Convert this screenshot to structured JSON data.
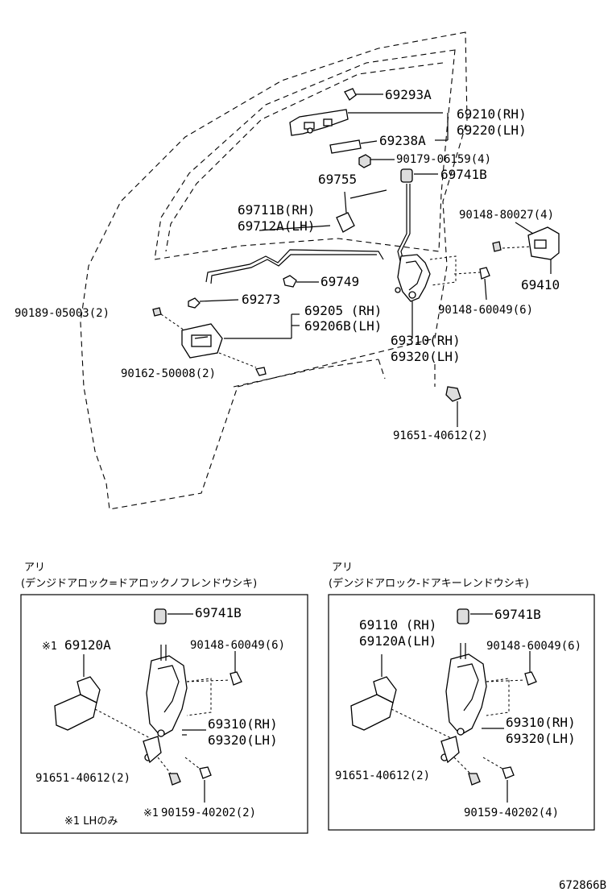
{
  "main": {
    "labels": {
      "p69293a": "69293A",
      "p69210": "69210(RH)",
      "p69220": "69220(LH)",
      "p69238a": "69238A",
      "p90179": "90179-06159(4)",
      "p69755": "69755",
      "p69741b": "69741B",
      "p69711b": "69711B(RH)",
      "p69712a": "69712A(LH)",
      "p90148_80027": "90148-80027(4)",
      "p69749": "69749",
      "p69410": "69410",
      "p90189": "90189-05003(2)",
      "p69273": "69273",
      "p69205": "69205 (RH)",
      "p69206b": "69206B(LH)",
      "p90148_60049": "90148-60049(6)",
      "p69310": "69310(RH)",
      "p69320": "69320(LH)",
      "p90162": "90162-50008(2)",
      "p91651": "91651-40612(2)"
    }
  },
  "left_box": {
    "title": "アリ",
    "subtitle": "(デンジドアロック=ドアロックノフレンドウシキ)",
    "labels": {
      "p69741b": "69741B",
      "p69120a": "69120A",
      "mark1": "※1",
      "p90148": "90148-60049(6)",
      "p69310": "69310(RH)",
      "p69320": "69320(LH)",
      "p91651": "91651-40612(2)",
      "mark2": "※1",
      "p90159": "90159-40202(2)",
      "note": "※1 LHのみ"
    }
  },
  "right_box": {
    "title": "アリ",
    "subtitle": "(デンジドアロック-ドアキーレンドウシキ)",
    "labels": {
      "p69741b": "69741B",
      "p69110": "69110 (RH)",
      "p69120a": "69120A(LH)",
      "p90148": "90148-60049(6)",
      "p69310": "69310(RH)",
      "p69320": "69320(LH)",
      "p91651": "91651-40612(2)",
      "p90159": "90159-40202(4)"
    }
  },
  "diagram_id": "672866B"
}
